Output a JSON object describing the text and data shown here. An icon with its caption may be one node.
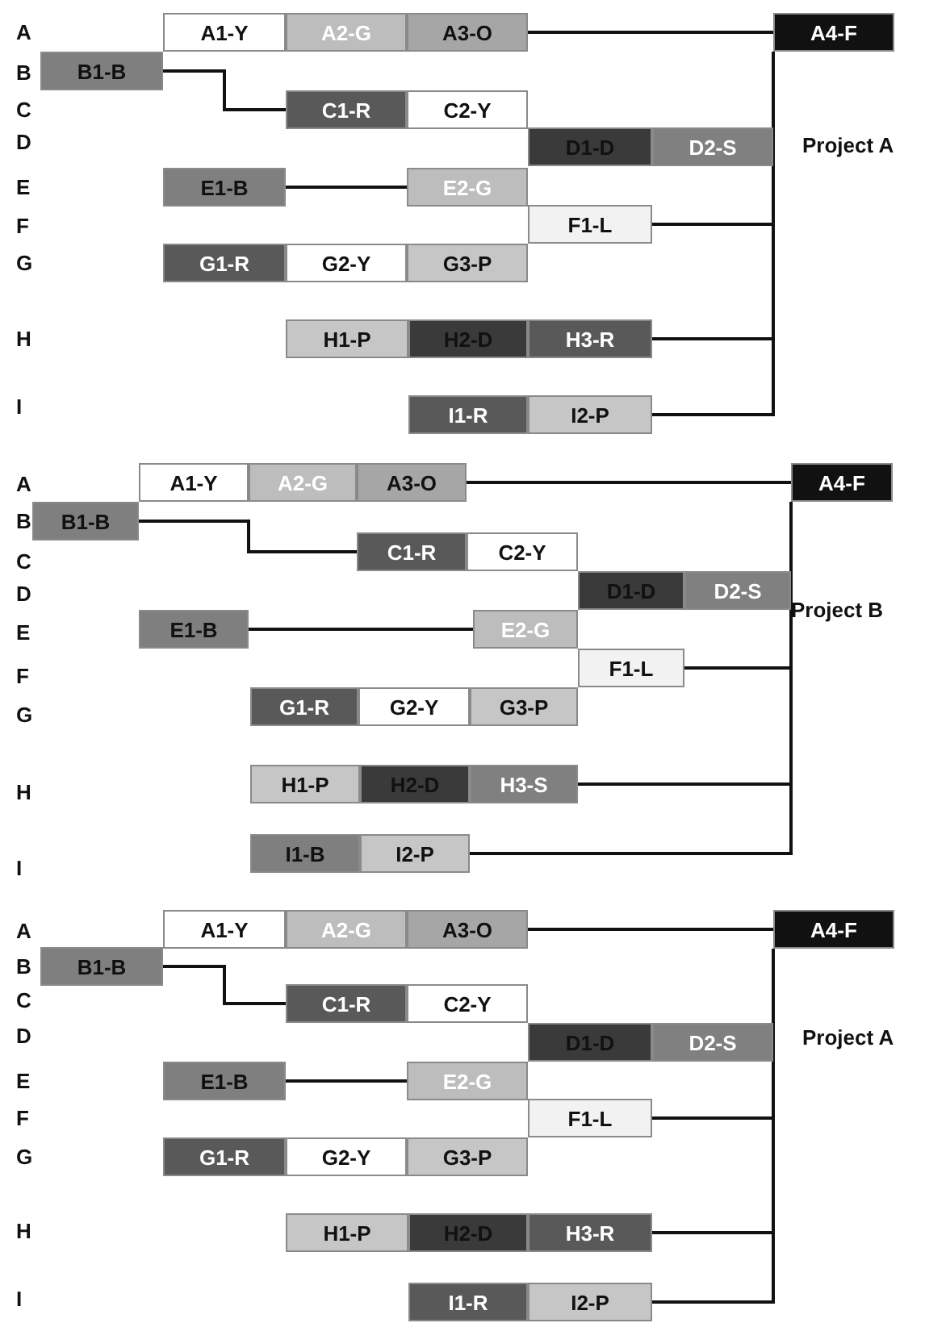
{
  "diagram": {
    "nodes": [
      {
        "text": [
          "A1-Y"
        ]
      },
      {
        "text": [
          "A2-G"
        ]
      },
      {
        "text": [
          "A3-O"
        ]
      },
      {
        "text": [
          "A4-F"
        ]
      },
      {
        "text": [
          "B1-B"
        ]
      },
      {
        "text": [
          "C1-R"
        ]
      },
      {
        "text": [
          "C2-Y"
        ]
      },
      {
        "text": [
          "D1-D"
        ]
      },
      {
        "text": [
          "D2-S"
        ]
      },
      {
        "text": [
          "E1-B"
        ]
      },
      {
        "text": [
          "E2-G"
        ]
      },
      {
        "text": [
          "F1-L"
        ]
      },
      {
        "text": [
          "G1-R"
        ]
      },
      {
        "text": [
          "G2-Y"
        ]
      },
      {
        "text": [
          "G3-P"
        ]
      },
      {
        "text": [
          "H1-P"
        ]
      },
      {
        "text": [
          "H2-D"
        ]
      },
      {
        "text": [
          "H3-R"
        ]
      },
      {
        "text": [
          "I1-R"
        ]
      },
      {
        "text": [
          "I2-P"
        ]
      },
      {
        "text": [
          "A1-Y"
        ]
      },
      {
        "text": [
          "A2-G"
        ]
      },
      {
        "text": [
          "A3-O"
        ]
      },
      {
        "text": [
          "A4-F"
        ]
      },
      {
        "text": [
          "B1-B"
        ]
      },
      {
        "text": [
          "C1-R"
        ]
      },
      {
        "text": [
          "C2-Y"
        ]
      },
      {
        "text": [
          "D1-D"
        ]
      },
      {
        "text": [
          "D2-S"
        ]
      },
      {
        "text": [
          "E1-B"
        ]
      },
      {
        "text": [
          "E2-G"
        ]
      },
      {
        "text": [
          "F1-L"
        ]
      },
      {
        "text": [
          "G1-R"
        ]
      },
      {
        "text": [
          "G2-Y"
        ]
      },
      {
        "text": [
          "G3-P"
        ]
      },
      {
        "text": [
          "H1-P"
        ]
      },
      {
        "text": [
          "H2-D"
        ]
      },
      {
        "text": [
          "H3-S"
        ]
      },
      {
        "text": [
          "I1-B"
        ]
      },
      {
        "text": [
          "I2-P"
        ]
      },
      {
        "text": [
          "A1-Y"
        ]
      },
      {
        "text": [
          "A2-G"
        ]
      },
      {
        "text": [
          "A3-O"
        ]
      },
      {
        "text": [
          "A4-F"
        ]
      },
      {
        "text": [
          "B1-B"
        ]
      },
      {
        "text": [
          "C1-R"
        ]
      },
      {
        "text": [
          "C2-Y"
        ]
      },
      {
        "text": [
          "D1-D"
        ]
      },
      {
        "text": [
          "D2-S"
        ]
      },
      {
        "text": [
          "E1-B"
        ]
      },
      {
        "text": [
          "E2-G"
        ]
      },
      {
        "text": [
          "F1-L"
        ]
      },
      {
        "text": [
          "G1-R"
        ]
      },
      {
        "text": [
          "G2-Y"
        ]
      },
      {
        "text": [
          "G3-P"
        ]
      },
      {
        "text": [
          "H1-P"
        ]
      },
      {
        "text": [
          "H2-D"
        ]
      },
      {
        "text": [
          "H3-R"
        ]
      },
      {
        "text": [
          "I1-R"
        ]
      },
      {
        "text": [
          "I2-P"
        ]
      }
    ],
    "edges": [
      {
        "from": 2,
        "to": 3,
        "arrow": "none"
      },
      {
        "from": 4,
        "to": 5,
        "arrow": "none"
      },
      {
        "from": 8,
        "to": 3,
        "arrow": "none"
      },
      {
        "from": 9,
        "to": 10,
        "arrow": "none"
      },
      {
        "from": 11,
        "to": 3,
        "arrow": "none"
      },
      {
        "from": 17,
        "to": 3,
        "arrow": "none"
      },
      {
        "from": 19,
        "to": 3,
        "arrow": "none"
      },
      {
        "from": 22,
        "to": 23,
        "arrow": "none"
      },
      {
        "from": 24,
        "to": 25,
        "arrow": "none"
      },
      {
        "from": 28,
        "to": 23,
        "arrow": "none"
      },
      {
        "from": 29,
        "to": 30,
        "arrow": "none"
      },
      {
        "from": 31,
        "to": 23,
        "arrow": "none"
      },
      {
        "from": 37,
        "to": 23,
        "arrow": "none"
      },
      {
        "from": 39,
        "to": 23,
        "arrow": "none"
      },
      {
        "from": 42,
        "to": 43,
        "arrow": "none"
      },
      {
        "from": 44,
        "to": 45,
        "arrow": "none"
      },
      {
        "from": 48,
        "to": 43,
        "arrow": "none"
      },
      {
        "from": 49,
        "to": 50,
        "arrow": "none"
      },
      {
        "from": 51,
        "to": 43,
        "arrow": "none"
      },
      {
        "from": 57,
        "to": 43,
        "arrow": "none"
      },
      {
        "from": 59,
        "to": 43,
        "arrow": "none"
      }
    ],
    "labels": [
      "A",
      "B",
      "C",
      "D",
      "Project A",
      "E",
      "F",
      "G",
      "H",
      "I",
      "A",
      "B",
      "C",
      "D",
      "Project B",
      "E",
      "F",
      "G",
      "H",
      "I",
      "A",
      "B",
      "C",
      "D",
      "Project A",
      "E",
      "F",
      "G",
      "H",
      "I"
    ]
  }
}
